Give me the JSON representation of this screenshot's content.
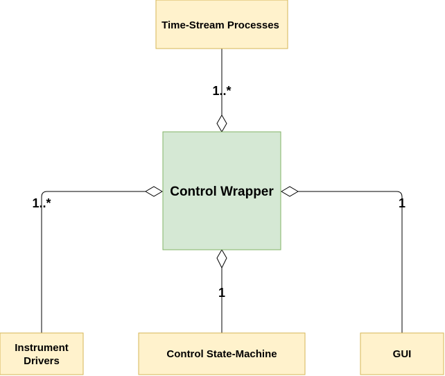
{
  "diagram": {
    "nodes": {
      "time_stream": {
        "label": "Time-Stream Processes"
      },
      "control_wrapper": {
        "label": "Control Wrapper"
      },
      "instrument_drivers": {
        "label_line1": "Instrument",
        "label_line2": "Drivers"
      },
      "control_state_machine": {
        "label": "Control State-Machine"
      },
      "gui": {
        "label": "GUI"
      }
    },
    "multiplicities": {
      "time_stream": "1..*",
      "instrument_drivers": "1..*",
      "gui": "1",
      "control_state_machine": "1"
    },
    "relationship": "aggregation",
    "colors": {
      "peripheral_fill": "#fff2cc",
      "peripheral_stroke": "#d6b656",
      "center_fill": "#d5e8d4",
      "center_stroke": "#82b366",
      "line": "#000000"
    }
  }
}
